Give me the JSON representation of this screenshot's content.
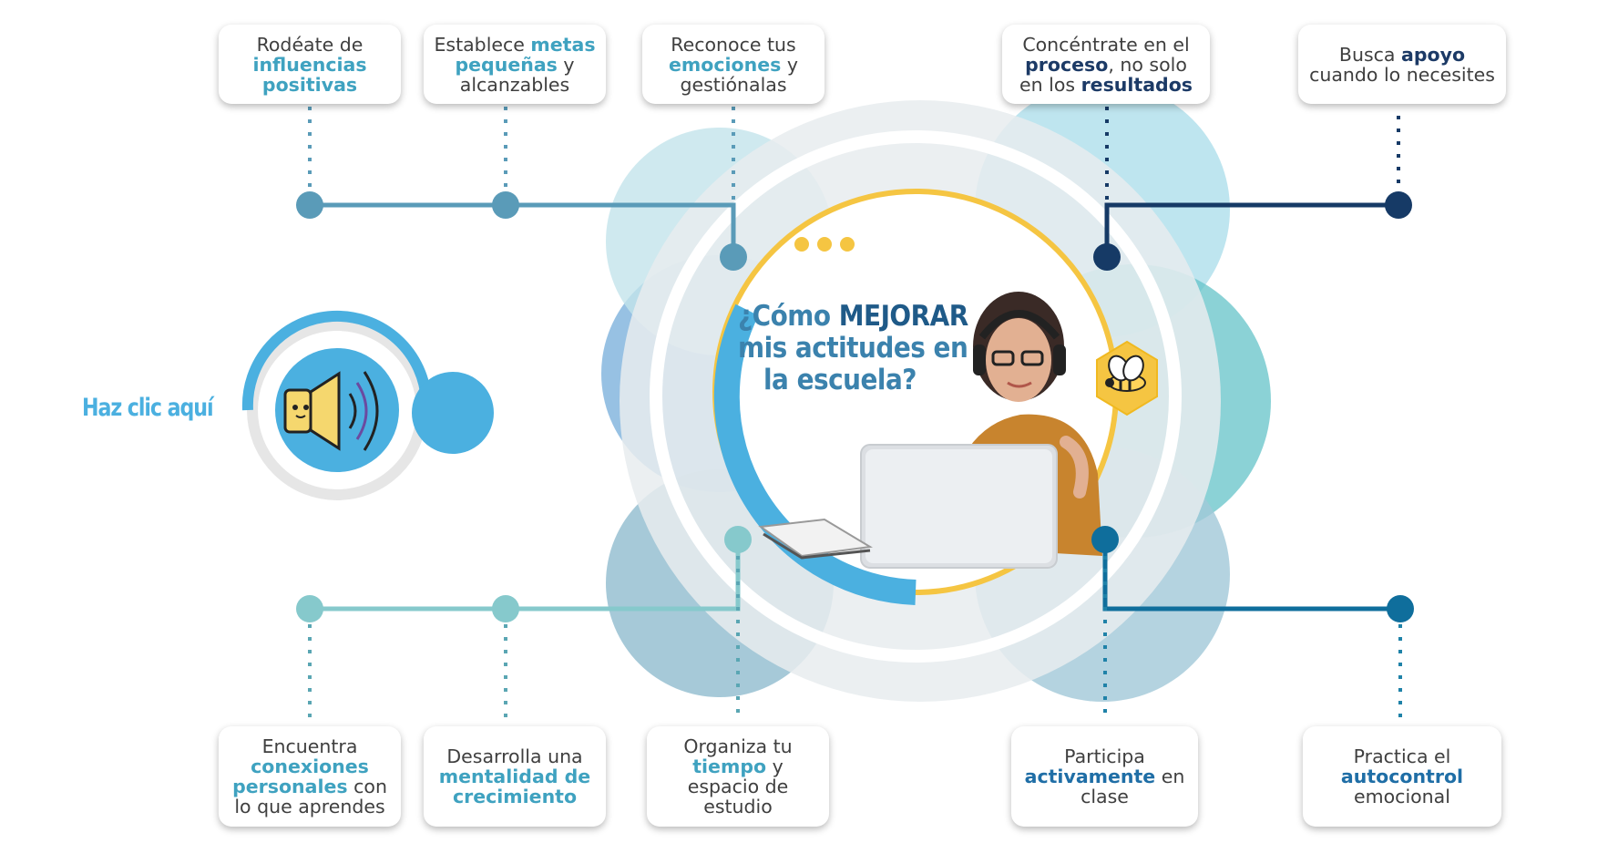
{
  "title": {
    "line1_pre": "¿Cómo ",
    "line1_big": "MEJORAR",
    "line2": "mis actitudes en",
    "line3": "la escuela?"
  },
  "audio_button": {
    "label": "Haz clic aquí",
    "icon": "speaker-icon"
  },
  "top_cards": [
    {
      "parts": [
        "Rodéate de ",
        "influencias positivas"
      ],
      "plain_after": ""
    },
    {
      "parts": [
        "Establece ",
        "metas pequeñas"
      ],
      "plain_after": " y alcanzables"
    },
    {
      "parts": [
        "Reconoce tus ",
        "emociones"
      ],
      "plain_after": " y gestiónalas"
    },
    {
      "parts": [
        "Concéntrate en el ",
        "proceso"
      ],
      "mid": ", no solo en los ",
      "bold2": "resultados"
    },
    {
      "parts": [
        "Busca ",
        "apoyo"
      ],
      "plain_after": " cuando lo necesites"
    }
  ],
  "bottom_cards": [
    {
      "parts": [
        "Encuentra ",
        "conexiones personales"
      ],
      "plain_after": " con lo que aprendes"
    },
    {
      "parts": [
        "Desarrolla una ",
        "mentalidad de crecimiento"
      ],
      "plain_after": ""
    },
    {
      "parts": [
        "Organiza tu ",
        "tiempo"
      ],
      "plain_after": " y espacio de estudio"
    },
    {
      "parts": [
        "Participa ",
        "activamente"
      ],
      "plain_after": " en clase"
    },
    {
      "parts": [
        "Practica el ",
        "autocontrol"
      ],
      "plain_after": " emocional"
    }
  ],
  "colors": {
    "top_left_line": "#5a9bb8",
    "top_right_line": "#163a66",
    "bottom_left_line": "#86c9cc",
    "bottom_right_line": "#0f6e9c",
    "accent_blue": "#4bb0e0",
    "yellow": "#f5c542"
  }
}
